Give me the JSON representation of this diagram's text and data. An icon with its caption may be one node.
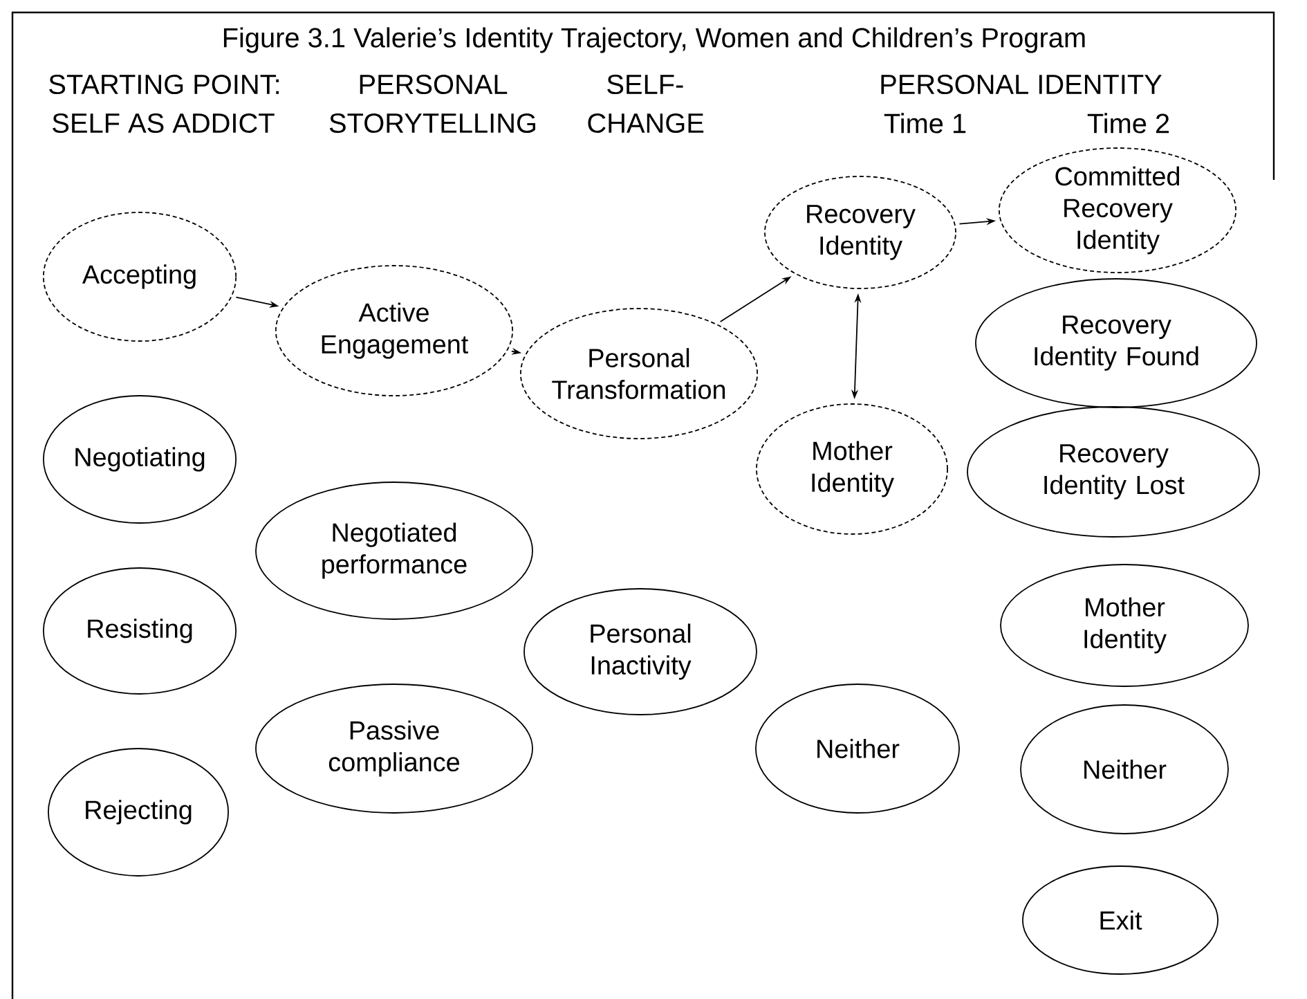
{
  "diagram": {
    "title": "Figure 3.1  Valerie’s Identity Trajectory, Women and Children’s Program",
    "nodes": [
      {
        "text": [
          "Accepting"
        ]
      },
      {
        "text": [
          "Active Engagement"
        ]
      },
      {
        "text": [
          "Personal Transformation"
        ]
      },
      {
        "text": [
          "Recovery Identity"
        ]
      },
      {
        "text": [
          "Committed Recovery Identity"
        ]
      },
      {
        "text": [
          "Recovery Identity Found"
        ]
      },
      {
        "text": [
          "Mother Identity"
        ]
      },
      {
        "text": [
          "Recovery Identity Lost"
        ]
      },
      {
        "text": [
          "Negotiating"
        ]
      },
      {
        "text": [
          "Negotiated performance"
        ]
      },
      {
        "text": [
          "Resisting"
        ]
      },
      {
        "text": [
          "Personal Inactivity"
        ]
      },
      {
        "text": [
          "Mother Identity"
        ]
      },
      {
        "text": [
          "Passive compliance"
        ]
      },
      {
        "text": [
          "Neither"
        ]
      },
      {
        "text": [
          "Neither"
        ]
      },
      {
        "text": [
          "Rejecting"
        ]
      },
      {
        "text": [
          "Exit"
        ]
      }
    ],
    "edges": [
      {
        "from": 0,
        "to": 1,
        "arrow": "to"
      },
      {
        "from": 1,
        "to": 2,
        "arrow": "to"
      },
      {
        "from": 2,
        "to": 3,
        "arrow": "to"
      },
      {
        "from": 3,
        "to": 4,
        "arrow": "to"
      },
      {
        "from": 3,
        "to": 6,
        "arrow": "both"
      }
    ],
    "labels": [
      "STARTING POINT:",
      "PERSONAL",
      "SELF-",
      "PERSONAL IDENTITY",
      "SELF AS ADDICT",
      "STORYTELLING",
      "CHANGE",
      "Time 1",
      "Time 2"
    ]
  }
}
